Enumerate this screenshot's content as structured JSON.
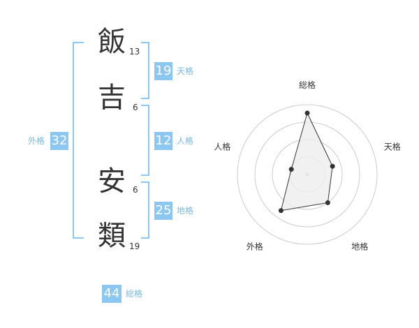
{
  "name": {
    "chars": [
      {
        "char": "飯",
        "strokes": "13"
      },
      {
        "char": "吉",
        "strokes": "6"
      },
      {
        "char": "安",
        "strokes": "6"
      },
      {
        "char": "類",
        "strokes": "19"
      }
    ]
  },
  "fortune": {
    "tenkaku": {
      "value": "19",
      "label": "天格"
    },
    "jinkaku": {
      "value": "12",
      "label": "人格"
    },
    "chikaku": {
      "value": "25",
      "label": "地格"
    },
    "gaikaku": {
      "value": "32",
      "label": "外格"
    },
    "soukaku": {
      "value": "44",
      "label": "総格"
    }
  },
  "chart_data": {
    "type": "radar",
    "axes": [
      "総格",
      "天格",
      "地格",
      "外格",
      "人格"
    ],
    "values": [
      0.44,
      0.19,
      0.25,
      0.32,
      0.12
    ],
    "rings": 4,
    "fill_color": "#eeeeee",
    "stroke_color": "#333333",
    "ring_color": "#cccccc"
  },
  "colors": {
    "accent": "#8bc7f0",
    "label": "#7ab8e6"
  }
}
